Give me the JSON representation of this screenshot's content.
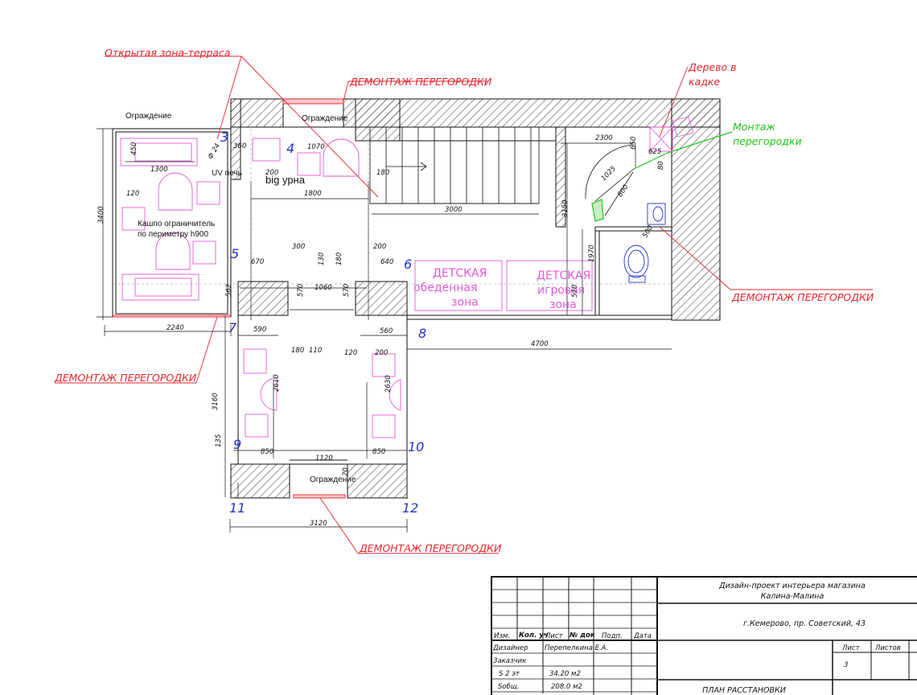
{
  "callouts": {
    "open_terrace": "Открытая зона-терраса",
    "demolish_top": "ДЕМОНТАЖ ПЕРЕГОРОДКИ",
    "tree": [
      "Дерево в",
      "кадке"
    ],
    "install_partition": [
      "Монтаж",
      "перегородки"
    ],
    "demolish_right": "ДЕМОНТАЖ ПЕРЕГОРОДКИ",
    "demolish_left": "ДЕМОНТАЖ ПЕРЕГОРОДКИ",
    "demolish_bottom": "ДЕМОНТАЖ ПЕРЕГОРОДКИ"
  },
  "labels": {
    "fence_1": "Ограждение",
    "fence_2": "Ограждение",
    "fence_3": "Ограждение",
    "uv_oven": "UV печь",
    "big_bin": "big урна",
    "planter": [
      "Кашпо ограничитель",
      "по периметру h900"
    ]
  },
  "zones": {
    "kids_dining": [
      "ДЕТСКАЯ",
      "обеденная",
      "зона"
    ],
    "kids_play": [
      "ДЕТСКАЯ",
      "игровая",
      "зона"
    ]
  },
  "axes": [
    "3",
    "4",
    "5",
    "6",
    "7",
    "8",
    "9",
    "10",
    "11",
    "12"
  ],
  "dimensions": {
    "d360": "360",
    "d1070": "1070",
    "d450": "450",
    "d1300": "1300",
    "d200a": "200",
    "d1800": "1800",
    "d180a": "180",
    "d3000": "3000",
    "d2300": "2300",
    "d650": "650",
    "d625": "625",
    "d1025": "1025",
    "d800": "800",
    "d80": "80",
    "d3150": "3150",
    "d500": "500",
    "d1970": "1970",
    "d120a": "120",
    "d3400": "3400",
    "d300": "300",
    "d200b": "200",
    "d670": "670",
    "d130": "130",
    "d180b": "180",
    "d640": "640",
    "d1060": "1060",
    "d570a": "570",
    "d570b": "570",
    "d570c": "570",
    "d582": "582",
    "d2240": "2240",
    "d590": "590",
    "d560": "560",
    "d4700": "4700",
    "d180c": "180",
    "d110": "110",
    "d120b": "120",
    "d200c": "200",
    "d2610": "2610",
    "d2630": "2630",
    "d3160": "3160",
    "d135": "135",
    "d850a": "850",
    "d1120": "1120",
    "d850b": "850",
    "d3120": "3120",
    "d20": "20",
    "d24": "Ф 24"
  },
  "title_block": {
    "project_title": "Дизайн-проект интерьера магазина",
    "project_name": "Калина-Малина",
    "address": "г.Кемерово, пр. Советский, 43",
    "col_headers": [
      "Изм.",
      "Кол. уч",
      "Лист",
      "№ док",
      "Подп.",
      "Дата"
    ],
    "sheet_header": "Лист",
    "sheets_header": "Листов",
    "sheet_number": "3",
    "designer_label": "Дизайнер",
    "designer_name": "Перепелкина Е.А.",
    "customer_label": "Заказчик",
    "floor_area_label": "S 2 эт",
    "floor_area_value": "34.20   м2",
    "total_area_label": "Sобщ.",
    "total_area_value": "208.0   м2",
    "drawing_title": "ПЛАН РАССТАНОВКИ"
  },
  "colors": {
    "annotation_red": "#e8252d",
    "annotation_green": "#22c21a",
    "axis_blue": "#2230c8",
    "furniture_magenta": "#e35ad8",
    "line_black": "#111111"
  }
}
